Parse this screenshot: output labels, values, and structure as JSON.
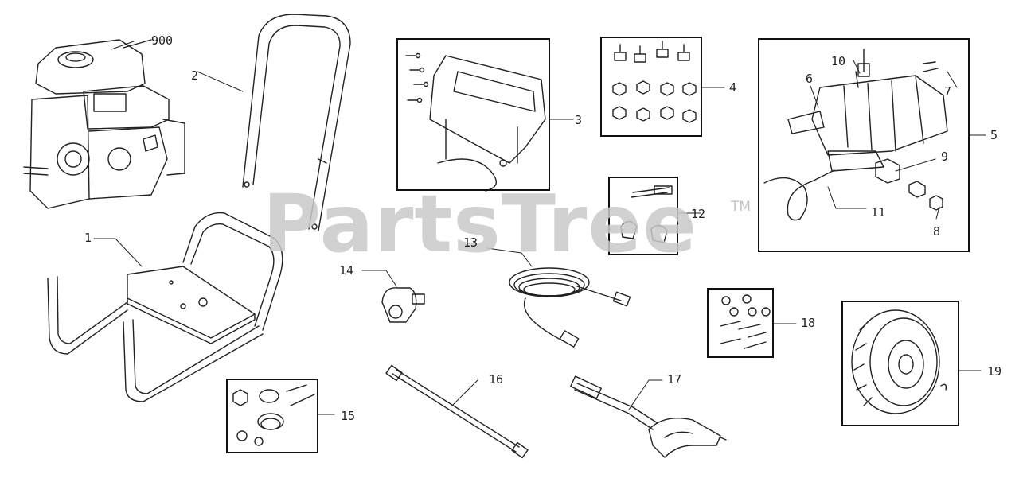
{
  "watermark": {
    "brand": "PartsTree",
    "trademark": "TM"
  },
  "callouts": {
    "engine": "900",
    "handle": "2",
    "frame": "1",
    "panel": "3",
    "isolator_kit": "4",
    "pump_assembly": "5",
    "pump_inlet": "6",
    "pump_bolt": "7",
    "pump_fitting": "8",
    "pump_adapter": "9",
    "unloader": "10",
    "pump_hose": "11",
    "hardware_12": "12",
    "hose": "13",
    "detergent_tool": "14",
    "hardware_15": "15",
    "lance": "16",
    "spray_gun": "17",
    "hardware_18": "18",
    "wheel": "19"
  },
  "colors": {
    "line": "#222222",
    "watermark": "#c9c9c9",
    "background": "#ffffff"
  }
}
